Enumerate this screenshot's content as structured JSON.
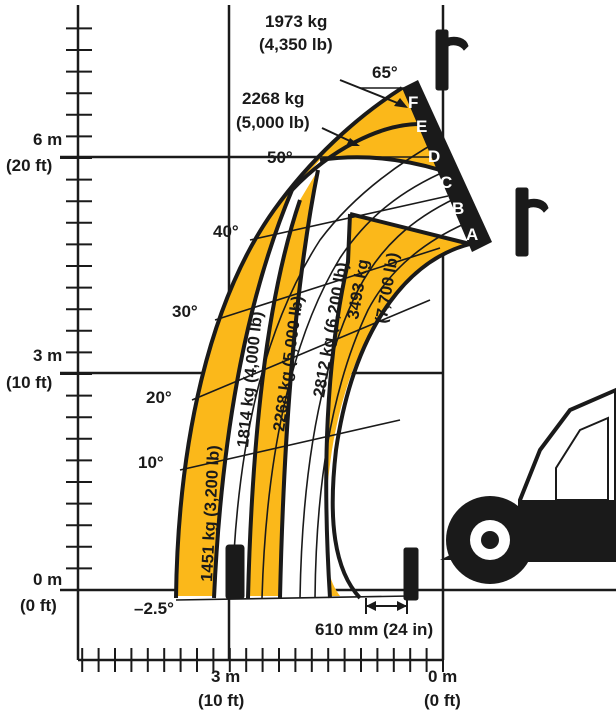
{
  "colors": {
    "zone_fill": "#fbb81a",
    "ink": "#1a1a1a",
    "paper": "#ffffff"
  },
  "vertical_axis": {
    "ticks": [
      {
        "metric": "6 m",
        "imperial": "(20 ft)"
      },
      {
        "metric": "3 m",
        "imperial": "(10 ft)"
      },
      {
        "metric": "0 m",
        "imperial": "(0 ft)"
      }
    ]
  },
  "horizontal_axis": {
    "ticks": [
      {
        "metric": "3 m",
        "imperial": "(10 ft)"
      },
      {
        "metric": "0 m",
        "imperial": "(0 ft)"
      }
    ]
  },
  "boom_angles": [
    "65°",
    "50°",
    "40°",
    "30°",
    "20°",
    "10°",
    "–2.5°"
  ],
  "extension_letters": [
    "F",
    "E",
    "D",
    "C",
    "B",
    "A"
  ],
  "capacity_callouts": [
    {
      "metric": "1973 kg",
      "imperial": "(4,350 lb)"
    },
    {
      "metric": "2268 kg",
      "imperial": "(5,000 lb)"
    }
  ],
  "zone_capacities": [
    "1451 kg (3,200 lb)",
    "1814 kg (4,000 lb)",
    "2268 kg (5,000 lb)",
    "2812 kg (6,200 lb)",
    "3493 kg",
    "(7,700 lb)"
  ],
  "offset_dimension": "610 mm (24 in)",
  "icons": [
    "fork-carriage-icon",
    "telehandler-machine-icon",
    "chart-grid-icon"
  ]
}
